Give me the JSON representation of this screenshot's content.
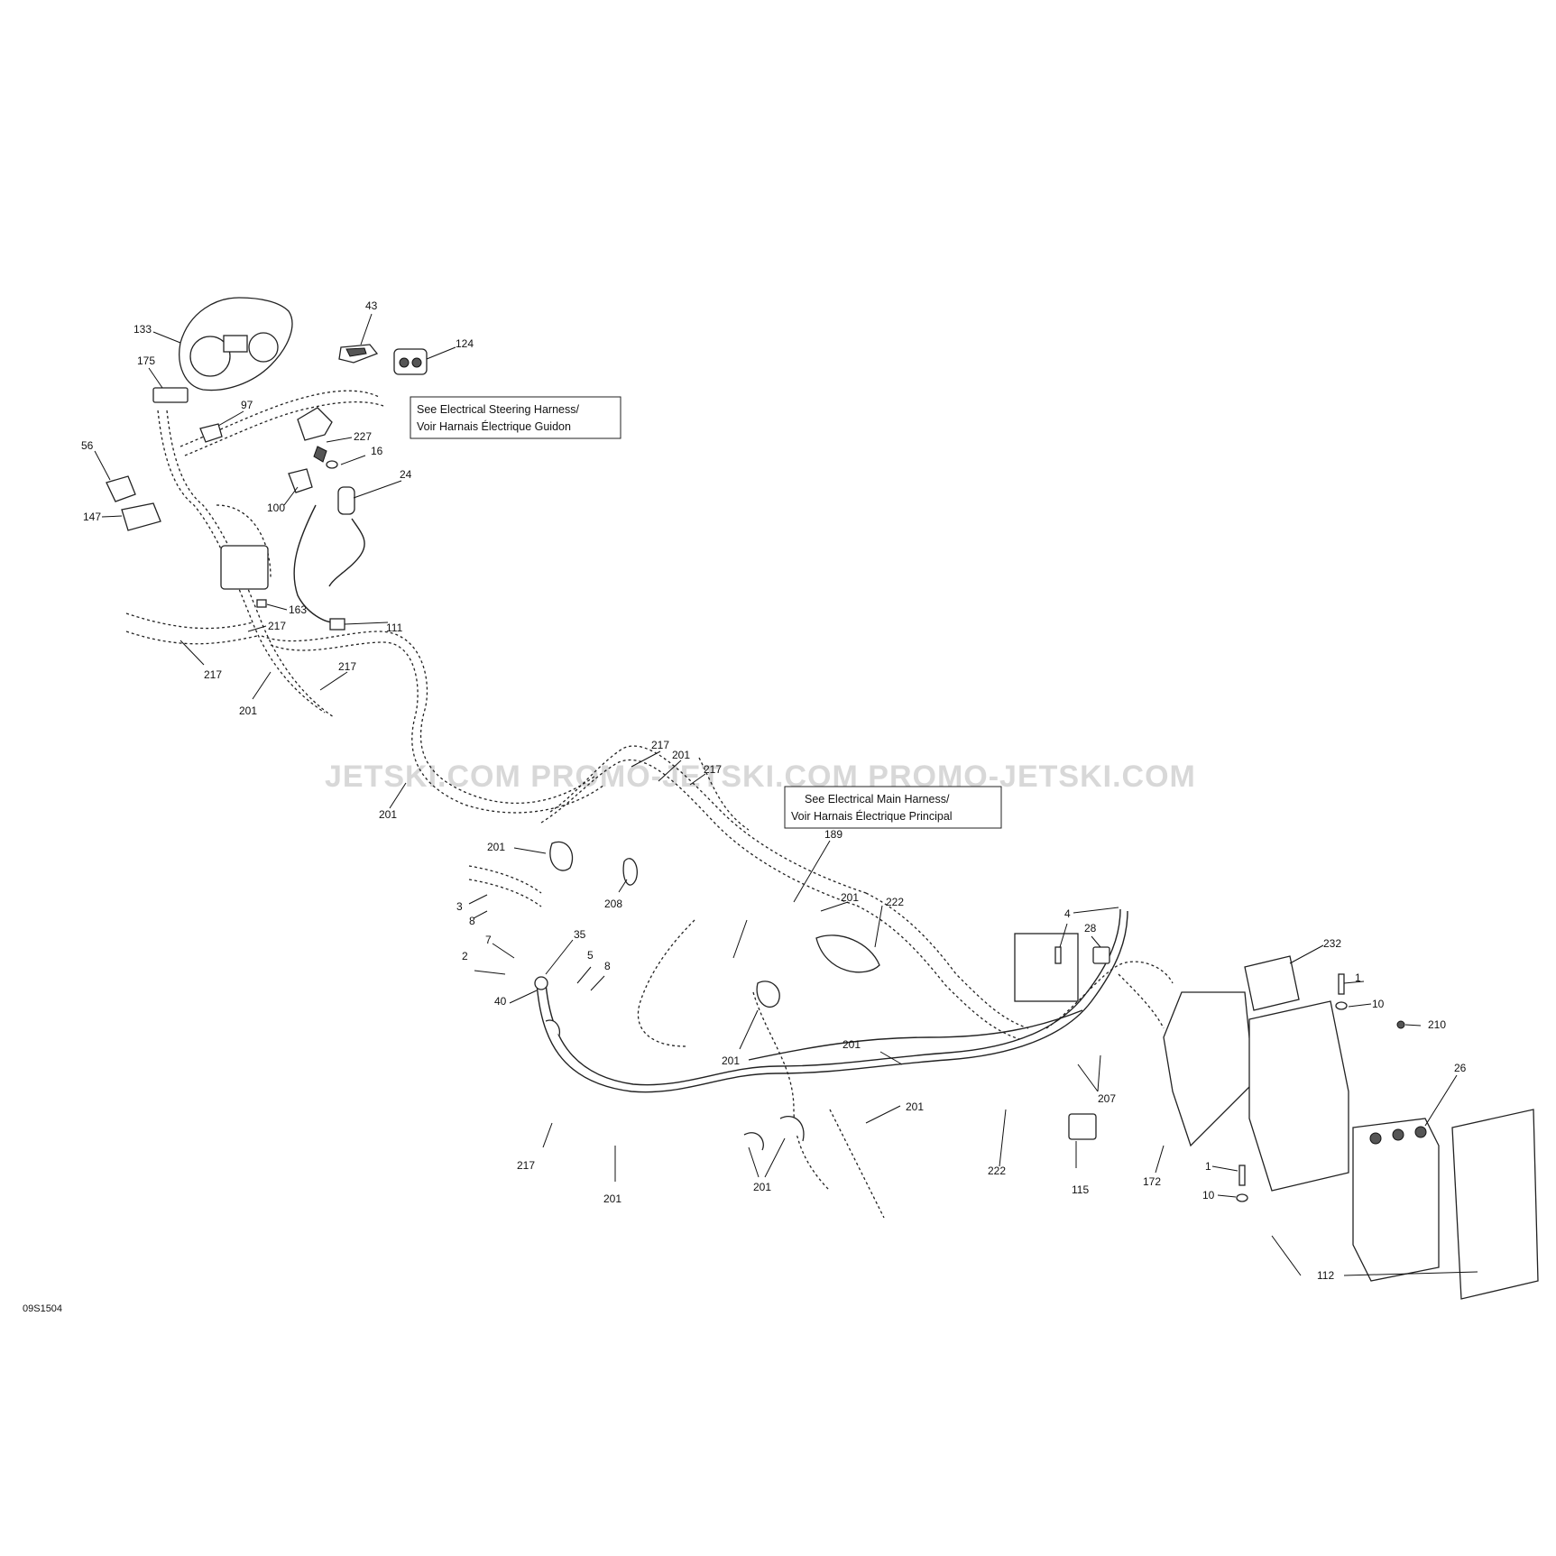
{
  "diagram_code": "09S1504",
  "watermark": "JETSKI.COM  PROMO-JETSKI.COM  PROMO-JETSKI.COM",
  "notes": {
    "steering_line1": "See Electrical Steering Harness/",
    "steering_line2": "Voir Harnais Électrique Guidon",
    "main_line1": "See Electrical Main Harness/",
    "main_line2": "Voir Harnais Électrique Principal"
  },
  "callouts": {
    "c133": "133",
    "c43": "43",
    "c124": "124",
    "c175": "175",
    "c97": "97",
    "c227": "227",
    "c16": "16",
    "c24": "24",
    "c56": "56",
    "c100": "100",
    "c147": "147",
    "c163": "163",
    "c111": "111",
    "c217a": "217",
    "c217b": "217",
    "c217c": "217",
    "c201a": "201",
    "c201b": "201",
    "c217d": "217",
    "c201c": "201",
    "c217e": "217",
    "c189": "189",
    "c201d": "201",
    "c3": "3",
    "c8a": "8",
    "c208": "208",
    "c201e": "201",
    "c222a": "222",
    "c4": "4",
    "c28": "28",
    "c232": "232",
    "c7": "7",
    "c35": "35",
    "c2": "2",
    "c5": "5",
    "c8b": "8",
    "c40": "40",
    "c201f": "201",
    "c201g": "201",
    "c1a": "1",
    "c10a": "10",
    "c210": "210",
    "c26": "26",
    "c207": "207",
    "c201h": "201",
    "c217f": "217",
    "c201i": "201",
    "c201j": "201",
    "c222b": "222",
    "c115": "115",
    "c172": "172",
    "c1b": "1",
    "c10b": "10",
    "c112": "112"
  }
}
